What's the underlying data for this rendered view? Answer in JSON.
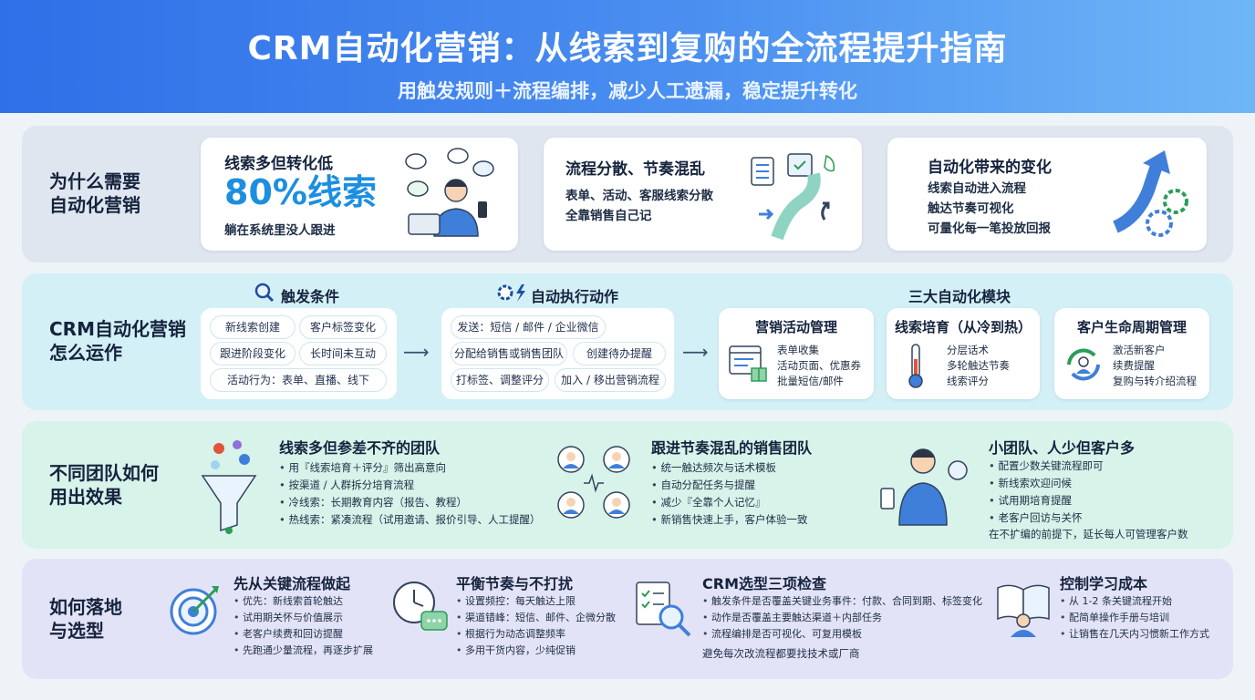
{
  "header": {
    "title": "CRM自动化营销：从线索到复购的全流程提升指南",
    "subtitle": "用触发规则＋流程编排，减少人工遗漏，稳定提升转化"
  },
  "why": {
    "title": "为什么需要\n自动化营销",
    "card1": {
      "title": "线索多但转化低",
      "big": "80%线索",
      "text": "躺在系统里没人跟进"
    },
    "card2": {
      "title": "流程分散、节奏混乱",
      "lines": [
        "表单、活动、客服线索分散",
        "全靠销售自己记"
      ]
    },
    "card3": {
      "title": "自动化带来的变化",
      "lines": [
        "线索自动进入流程",
        "触达节奏可视化",
        "可量化每一笔投放回报"
      ]
    }
  },
  "how": {
    "title": "CRM自动化营销\n怎么运作",
    "trigger_title": "触发条件",
    "triggers": [
      "新线索创建",
      "客户标签变化",
      "跟进阶段变化",
      "长时间未互动",
      "活动行为：表单、直播、线下"
    ],
    "action_title": "自动执行动作",
    "actions": [
      "发送：短信 / 邮件 / 企业微信",
      "分配给销售或销售团队",
      "创建待办提醒",
      "打标签、调整评分",
      "加入 / 移出营销流程"
    ],
    "modules_title": "三大自动化模块",
    "arrow": "⟶",
    "modules": [
      {
        "title": "营销活动管理",
        "lines": [
          "表单收集",
          "活动页面、优惠券",
          "批量短信/邮件"
        ]
      },
      {
        "title": "线索培育（从冷到热）",
        "lines": [
          "分层话术",
          "多轮触达节奏",
          "线索评分"
        ]
      },
      {
        "title": "客户生命周期管理",
        "lines": [
          "激活新客户",
          "续费提醒",
          "复购与转介绍流程"
        ]
      }
    ]
  },
  "teams": {
    "title": "不同团队如何\n用出效果",
    "t1": {
      "title": "线索多但参差不齐的团队",
      "items": [
        "用『线索培育＋评分』筛出高意向",
        "按渠道 / 人群拆分培育流程",
        "冷线索：长期教育内容（报告、教程）",
        "热线索：紧凑流程（试用邀请、报价引导、人工提醒）"
      ]
    },
    "t2": {
      "title": "跟进节奏混乱的销售团队",
      "items": [
        "统一触达频次与话术模板",
        "自动分配任务与提醒",
        "减少『全靠个人记忆』",
        "新销售快速上手，客户体验一致"
      ]
    },
    "t3": {
      "title": "小团队、人少但客户多",
      "items": [
        "配置少数关键流程即可",
        "新线索欢迎问候",
        "试用期培育提醒",
        "老客户回访与关怀"
      ],
      "note": "在不扩编的前提下，延长每人可管理客户数"
    }
  },
  "landing": {
    "title": "如何落地\n与选型",
    "c1": {
      "title": "先从关键流程做起",
      "items": [
        "优先：新线索首轮触达",
        "试用期关怀与价值展示",
        "老客户续费和回访提醒",
        "先跑通少量流程，再逐步扩展"
      ]
    },
    "c2": {
      "title": "平衡节奏与不打扰",
      "items": [
        "设置频控：每天触达上限",
        "渠道错峰：短信、邮件、企微分散",
        "根据行为动态调整频率",
        "多用干货内容，少纯促销"
      ]
    },
    "c3": {
      "title": "CRM选型三项检查",
      "items": [
        "触发条件是否覆盖关键业务事件：付款、合同到期、标签变化",
        "动作是否覆盖主要触达渠道＋内部任务",
        "流程编排是否可视化、可复用模板"
      ],
      "note": "避免每次改流程都要找技术或厂商"
    },
    "c4": {
      "title": "控制学习成本",
      "items": [
        "从 1-2 条关键流程开始",
        "配简单操作手册与培训",
        "让销售在几天内习惯新工作方式"
      ]
    }
  },
  "colors": {
    "accent": "#1d8fe0",
    "header_start": "#2f6fe8",
    "header_end": "#6fb6f7"
  }
}
